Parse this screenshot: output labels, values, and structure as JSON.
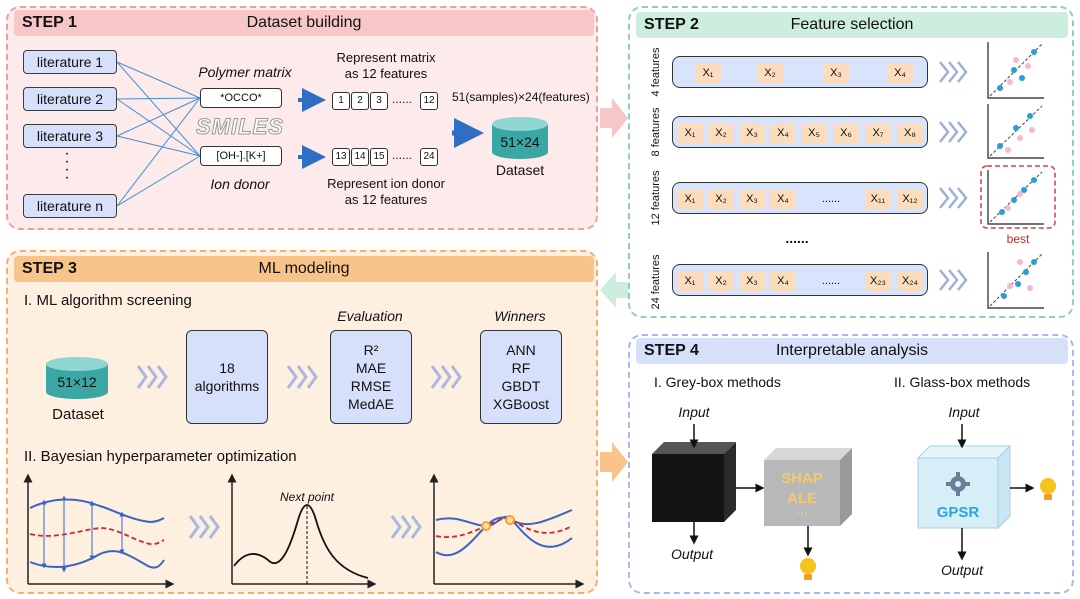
{
  "step1": {
    "step": "STEP 1",
    "title": "Dataset building",
    "literature": [
      "literature 1",
      "literature 2",
      "literature 3",
      "literature n"
    ],
    "polymer_matrix_label": "Polymer matrix",
    "smiles_label": "SMILES",
    "ion_donor_label": "Ion donor",
    "polymer_smiles": "*OCCO*",
    "ion_smiles": "[OH-].[K+]",
    "represent_matrix": [
      "Represent matrix",
      "as 12 features"
    ],
    "represent_ion": [
      "Represent ion donor",
      "as 12 features"
    ],
    "matrix_feats": [
      "1",
      "2",
      "3",
      "12"
    ],
    "ion_feats": [
      "13",
      "14",
      "15",
      "24"
    ],
    "ellipsis": "......",
    "dataset_size_label": "51(samples)×24(features)",
    "dataset_cyl": "51×24",
    "dataset_label": "Dataset"
  },
  "step2": {
    "step": "STEP 2",
    "title": "Feature selection",
    "rows": [
      {
        "label": "4 features",
        "features": [
          "X₁",
          "X₂",
          "X₃",
          "X₄"
        ]
      },
      {
        "label": "8 features",
        "features": [
          "X₁",
          "X₂",
          "X₃",
          "X₄",
          "X₅",
          "X₆",
          "X₇",
          "X₈"
        ]
      },
      {
        "label": "12 features",
        "features": [
          "X₁",
          "X₂",
          "X₃",
          "X₄",
          "......",
          "X₁₁",
          "X₁₂"
        ]
      },
      {
        "label": "24 features",
        "features": [
          "X₁",
          "X₂",
          "X₃",
          "X₄",
          "......",
          "X₂₃",
          "X₂₄"
        ]
      }
    ],
    "row_dots": "......",
    "best_label": "best"
  },
  "step3": {
    "step": "STEP 3",
    "title": "ML modeling",
    "section1": "I. ML algorithm screening",
    "dataset_cyl": "51×12",
    "dataset_label": "Dataset",
    "algorithms": [
      "18",
      "algorithms"
    ],
    "evaluation_label": "Evaluation",
    "evaluation": [
      "R²",
      "MAE",
      "RMSE",
      "MedAE"
    ],
    "winners_label": "Winners",
    "winners": [
      "ANN",
      "RF",
      "GBDT",
      "XGBoost"
    ],
    "section2": "II. Bayesian hyperparameter optimization",
    "next_point": "Next point"
  },
  "step4": {
    "step": "STEP 4",
    "title": "Interpretable analysis",
    "grey_title": "I. Grey-box methods",
    "glass_title": "II. Glass-box methods",
    "input": "Input",
    "output": "Output",
    "grey_methods": [
      "SHAP",
      "ALE",
      "···"
    ],
    "glass_method": "GPSR"
  },
  "colors": {
    "step1_bg": "#fdeaea",
    "step1_hdr": "#f7c6c6",
    "step1_border": "#e9a0a0",
    "step2_bg": "#ffffff",
    "step2_hdr": "#cdeede",
    "step2_border": "#8fd0b0",
    "step3_bg": "#fdf0e0",
    "step3_hdr": "#f9c48a",
    "step3_border": "#f0b070",
    "step4_bg": "#ffffff",
    "step4_hdr": "#d6e0fb",
    "step4_border": "#a8b8e8",
    "arrow_blue": "#2e6fc4",
    "curve_blue": "#3a63c8",
    "curve_red": "#d02828",
    "point_orange": "#f5a030"
  }
}
